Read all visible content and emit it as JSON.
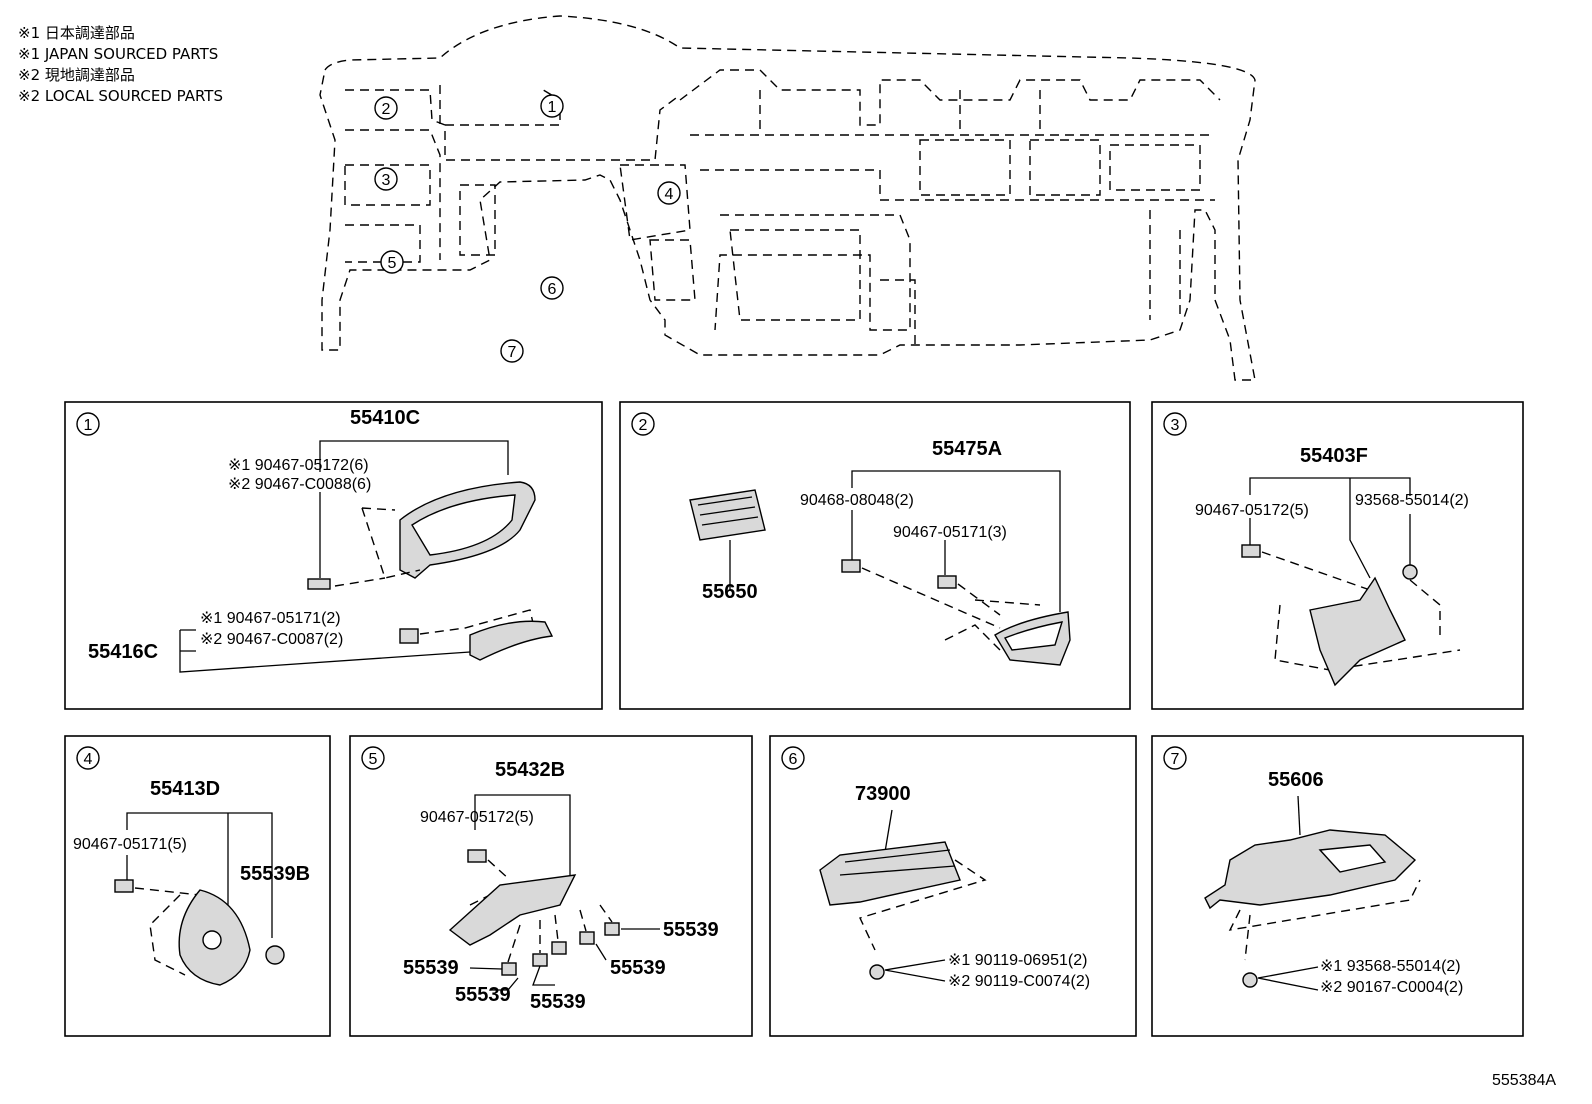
{
  "legend": [
    "※1 日本調達部品",
    "※1 JAPAN SOURCED PARTS",
    "※2 現地調達部品",
    "※2 LOCAL SOURCED PARTS"
  ],
  "overview_callouts": [
    "1",
    "2",
    "3",
    "4",
    "5",
    "6",
    "7"
  ],
  "panels": {
    "p1": {
      "index": "1",
      "main_part": "55410C",
      "clip_a": "※1 90467-05172(6)",
      "clip_b": "※2 90467-C0088(6)",
      "clip_c": "※1  90467-05171(2)",
      "clip_d": "※2  90467-C0087(2)",
      "lower_part": "55416C"
    },
    "p2": {
      "index": "2",
      "main_part": "55475A",
      "clip_a": "90468-08048(2)",
      "clip_b": "90467-05171(3)",
      "vent_part": "55650"
    },
    "p3": {
      "index": "3",
      "main_part": "55403F",
      "clip_a": "90467-05172(5)",
      "clip_b": "93568-55014(2)"
    },
    "p4": {
      "index": "4",
      "main_part": "55413D",
      "clip_a": "90467-05171(5)",
      "cap_part": "55539B"
    },
    "p5": {
      "index": "5",
      "main_part": "55432B",
      "clip_a": "90467-05172(5)",
      "switch_labels": [
        "55539",
        "55539",
        "55539",
        "55539",
        "55539"
      ]
    },
    "p6": {
      "index": "6",
      "main_part": "73900",
      "bolt_a": "※1 90119-06951(2)",
      "bolt_b": "※2 90119-C0074(2)"
    },
    "p7": {
      "index": "7",
      "main_part": "55606",
      "bolt_a": "※1 93568-55014(2)",
      "bolt_b": "※2 90167-C0004(2)"
    }
  },
  "figure_id": "555384A"
}
